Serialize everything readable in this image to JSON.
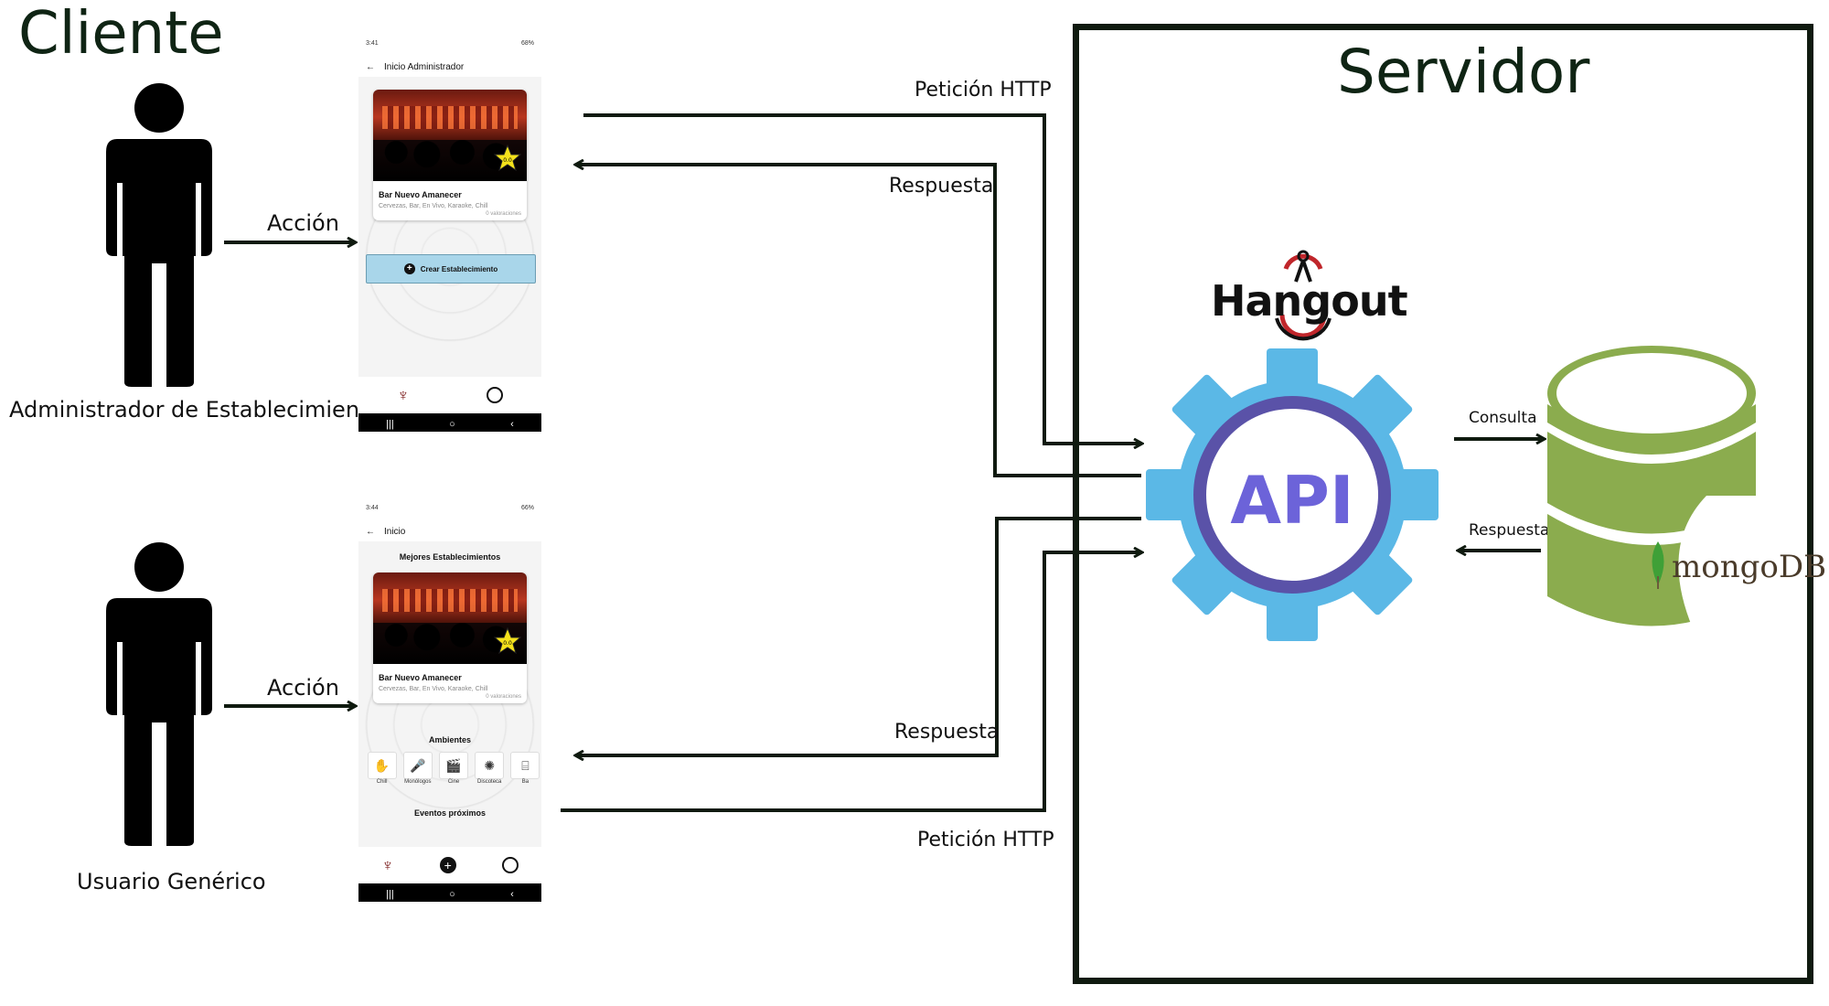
{
  "titles": {
    "client": "Cliente",
    "server": "Servidor"
  },
  "actors": {
    "admin_label": "Administrador de Establecimiento",
    "user_label": "Usuario Genérico",
    "action_label": "Acción"
  },
  "arrows": {
    "http_request": "Petición HTTP",
    "response": "Respuesta",
    "query": "Consulta",
    "db_response": "Respuesta"
  },
  "server": {
    "app_logo_text": "Hangout",
    "api_label": "API",
    "db_label": "mongoDB"
  },
  "phone_admin": {
    "status_time": "3:41",
    "status_right": "68%",
    "screen_title": "Inicio Administrador",
    "card_title": "Bar Nuevo Amanecer",
    "card_tags": "Cervezas, Bar, En Vivo, Karaoke, Chill",
    "card_rating_count": "0 valoraciones",
    "star_value": "0.0",
    "create_button": "Crear Establecimiento"
  },
  "phone_user": {
    "status_time": "3:44",
    "status_right": "66%",
    "screen_title": "Inicio",
    "section_best": "Mejores Establecimientos",
    "card_title": "Bar Nuevo Amanecer",
    "card_tags": "Cervezas, Bar, En Vivo, Karaoke, Chill",
    "card_rating_count": "0 valoraciones",
    "star_value": "0.0",
    "section_ambients": "Ambientes",
    "ambients": [
      "Chill",
      "Monólogos",
      "Cine",
      "Discoteca",
      "Ba"
    ],
    "section_events": "Eventos próximos"
  },
  "colors": {
    "line": "#0f1a0f",
    "gear": "#5bb8e6",
    "api_ring": "#5a52a8",
    "api_text": "#6c63d9",
    "db": "#8bac4e",
    "mongo_leaf": "#3fa037"
  }
}
